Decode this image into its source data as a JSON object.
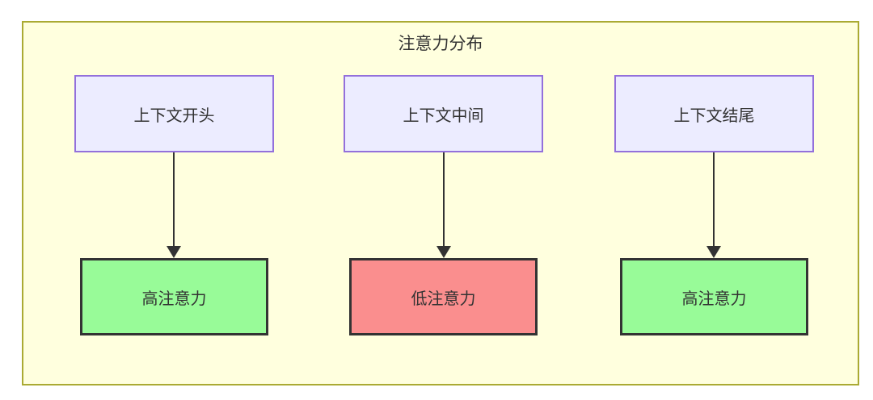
{
  "diagram": {
    "title": "注意力分布",
    "colors": {
      "background": "#ffffde",
      "border": "#aaaa33",
      "node_fill": "#ececff",
      "node_border": "#9370db",
      "high_fill": "#98fb98",
      "low_fill": "#fa8e8e",
      "result_border": "#333333",
      "arrow": "#333333",
      "text": "#333333"
    },
    "columns": [
      {
        "source": "上下文开头",
        "result": "高注意力",
        "level": "high"
      },
      {
        "source": "上下文中间",
        "result": "低注意力",
        "level": "low"
      },
      {
        "source": "上下文结尾",
        "result": "高注意力",
        "level": "high"
      }
    ]
  }
}
